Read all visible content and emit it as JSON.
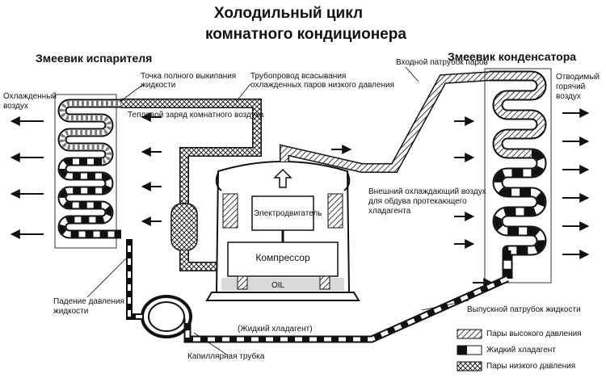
{
  "title": {
    "line1": "Холодильный цикл",
    "line2": "комнатного кондиционера"
  },
  "sections": {
    "evaporator": "Змеевик испарителя",
    "condenser": "Змеевик конденсатора"
  },
  "labels": {
    "cooled_air_1": "Охлажденный",
    "cooled_air_2": "воздух",
    "full_boil_1": "Точка полного выкипания",
    "full_boil_2": "жидкости",
    "suction_1": "Трубопровод всасывания",
    "suction_2": "охлажденных паров низкого давления",
    "heat_load": "Тепловой заряд комнатного воздуха",
    "inlet_vapor": "Входной патрубок паров",
    "hot_air_1": "Отводимый",
    "hot_air_2": "горячий",
    "hot_air_3": "воздух",
    "motor": "Электродвигатель",
    "compressor": "Компрессор",
    "oil": "OIL",
    "ext_air_1": "Внешний охлаждающий воздух",
    "ext_air_2": "для обдува протекающего",
    "ext_air_3": "хладагента",
    "pressure_drop_1": "Падение давления",
    "pressure_drop_2": "жидкости",
    "liquid_outlet": "Выпускной патрубок жидкости",
    "liquid_refrigerant": "(Жидкий хладагент)",
    "capillary": "Капиллярная трубка"
  },
  "legend": [
    {
      "label": "Пары высокого давления",
      "pattern": "hatch"
    },
    {
      "label": "Жидкий хладагент",
      "pattern": "dash"
    },
    {
      "label": "Пары низкого давления",
      "pattern": "cross"
    }
  ],
  "colors": {
    "ink": "#111111",
    "paper": "#ffffff",
    "oil": "#d9d9d9"
  }
}
